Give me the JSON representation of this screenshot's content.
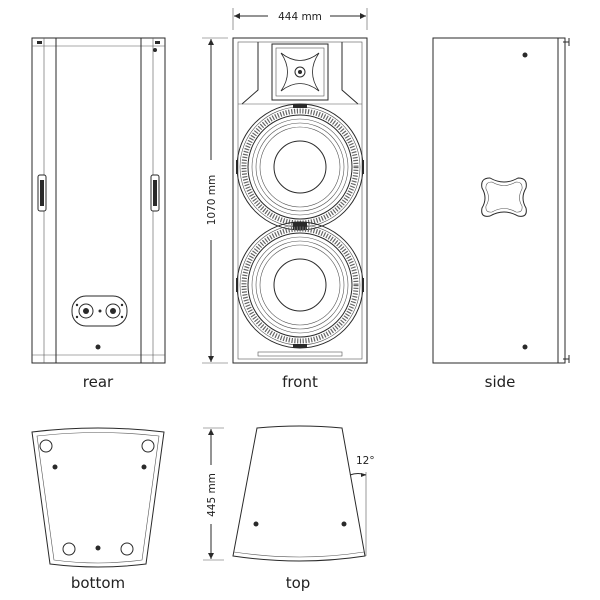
{
  "views": {
    "rear": "rear",
    "front": "front",
    "side": "side",
    "bottom": "bottom",
    "top": "top"
  },
  "dimensions": {
    "width": "444 mm",
    "height": "1070 mm",
    "depth": "445 mm",
    "angle": "12°"
  }
}
